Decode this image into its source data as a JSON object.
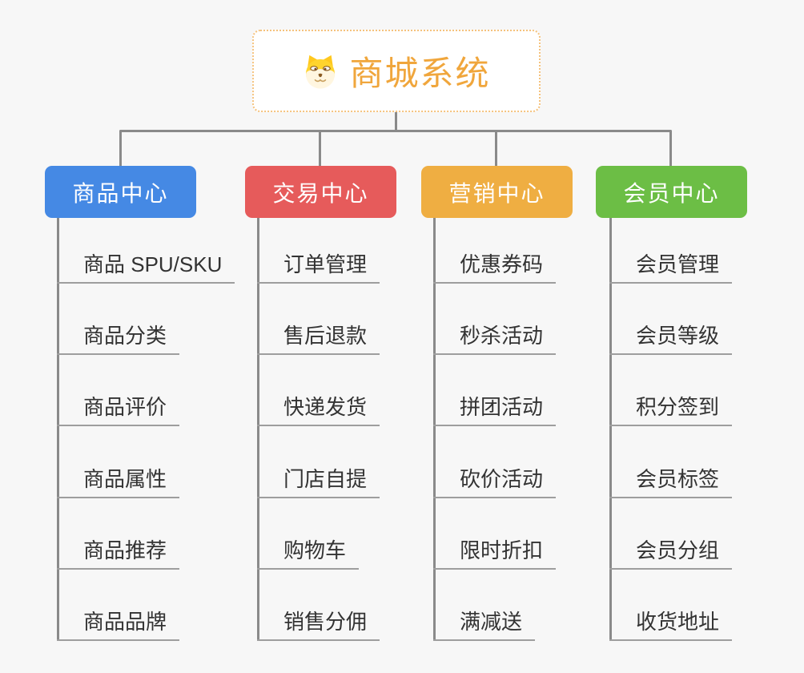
{
  "root": {
    "title": "商城系统",
    "icon": "dog-face-icon"
  },
  "branches": [
    {
      "id": "product-center",
      "label": "商品中心",
      "color": "#4589E4",
      "items": [
        "商品 SPU/SKU",
        "商品分类",
        "商品评价",
        "商品属性",
        "商品推荐",
        "商品品牌"
      ]
    },
    {
      "id": "trade-center",
      "label": "交易中心",
      "color": "#E65B5B",
      "items": [
        "订单管理",
        "售后退款",
        "快递发货",
        "门店自提",
        "购物车",
        "销售分佣"
      ]
    },
    {
      "id": "marketing-center",
      "label": "营销中心",
      "color": "#EFAE42",
      "items": [
        "优惠券码",
        "秒杀活动",
        "拼团活动",
        "砍价活动",
        "限时折扣",
        "满减送"
      ]
    },
    {
      "id": "member-center",
      "label": "会员中心",
      "color": "#6CBE45",
      "items": [
        "会员管理",
        "会员等级",
        "积分签到",
        "会员标签",
        "会员分组",
        "收货地址"
      ]
    }
  ],
  "colors": {
    "background": "#F7F7F7",
    "connector": "#8A8A8A",
    "topic_underline": "#9E9E9E",
    "topic_text": "#333333",
    "root_text": "#F0A63C",
    "root_border_dotted": "#F5C27D",
    "dog_head": "#FFD42E",
    "dog_muzzle": "#FFF6E0"
  }
}
